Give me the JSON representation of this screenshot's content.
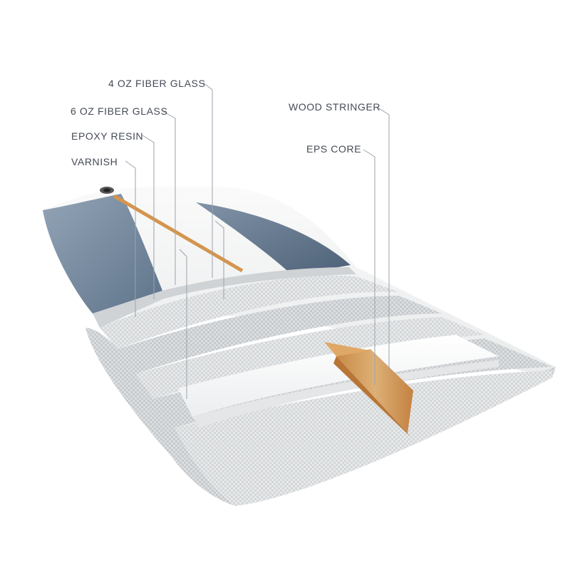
{
  "labels": {
    "fiberglass_4oz": "4 OZ FIBER GLASS",
    "fiberglass_6oz": "6 OZ FIBER GLASS",
    "epoxy_resin": "EPOXY RESIN",
    "varnish": "VARNISH",
    "wood_stringer": "WOOD STRINGER",
    "eps_core": "EPS CORE"
  },
  "colors": {
    "background": "#ffffff",
    "deck_white": "#f4f5f5",
    "rail_blue": "#7a8da3",
    "stringer_wood": "#d4954e",
    "fiberglass_weave": "#dcdfe1",
    "label_text": "#444a55",
    "leader_line": "#9aa3ad"
  }
}
